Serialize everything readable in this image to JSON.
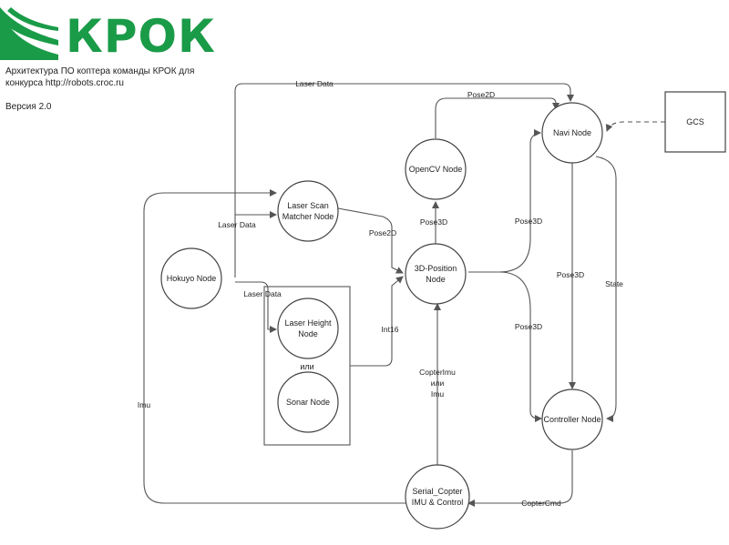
{
  "logo": {
    "text": "КРОК",
    "color": "#1a9b48"
  },
  "description": "Архитектура ПО коптера команды КРОК для конкурса http://robots.croc.ru",
  "version": "Версия 2.0",
  "group_or_label": "или",
  "nodes": {
    "hokuyo": [
      "Hokuyo Node"
    ],
    "laser_scan": [
      "Laser Scan",
      "Matcher Node"
    ],
    "opencv": [
      "OpenCV Node"
    ],
    "position3d": [
      "3D-Position",
      "Node"
    ],
    "navi": [
      "Navi Node"
    ],
    "gcs": [
      "GCS"
    ],
    "laser_height": [
      "Laser Height",
      "Node"
    ],
    "sonar": [
      "Sonar Node"
    ],
    "controller": [
      "Controller Node"
    ],
    "serial": [
      "Serial_Copter",
      "IMU & Control"
    ]
  },
  "edges": {
    "laser_data_top": "Laser Data",
    "laser_data_mid": "Laser Data",
    "laser_data_low": "Laser Data",
    "pose2d_top": "Pose2D",
    "pose2d_left": "Pose2D",
    "pose3d_up": "Pose3D",
    "pose3d_navi": "Pose3D",
    "pose3d_down": "Pose3D",
    "pose3d_ctrl": "Pose3D",
    "state": "State",
    "int16": "Int16",
    "imu": "Imu",
    "copter_imu": [
      "CopterImu",
      "или",
      "Imu"
    ],
    "copter_cmd": "CopterCmd"
  }
}
